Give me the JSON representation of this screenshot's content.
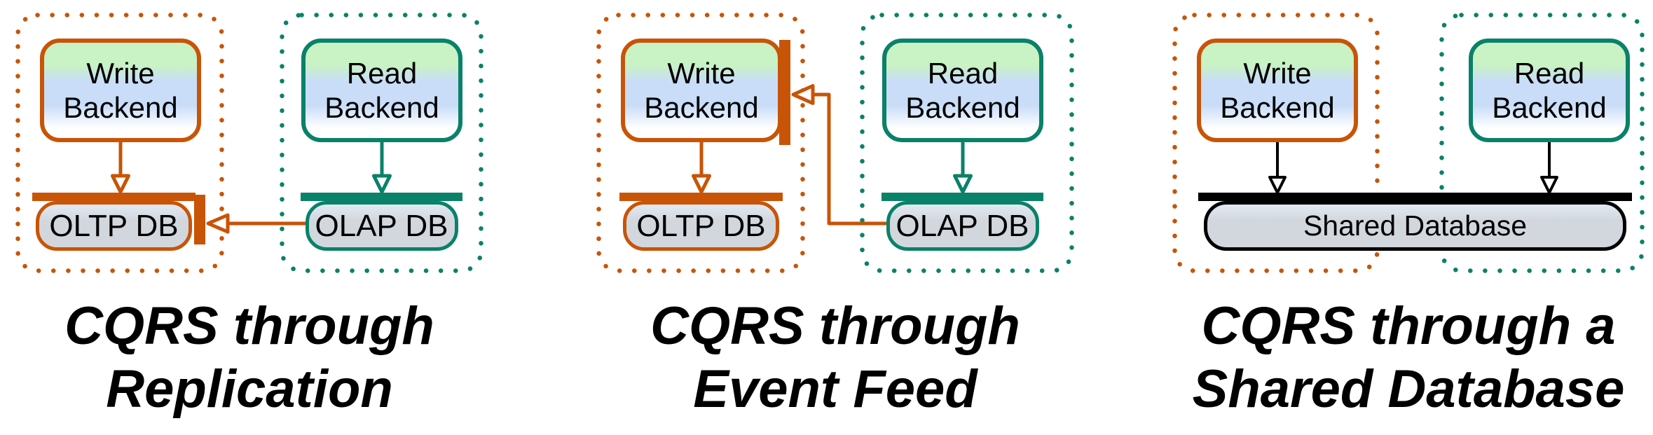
{
  "diagram": {
    "background": "#FFFFFF",
    "colors": {
      "write_accent": "#C85407",
      "read_accent": "#0A8169",
      "shared_accent": "#000000",
      "backend_gradient_top": "#C9F2C5",
      "backend_gradient_middle": "#C9DDF8",
      "backend_gradient_bottom": "#FFFFFF",
      "db_fill": "#D2D7DE",
      "caption_color": "#000000"
    },
    "panels": [
      {
        "name": "replication",
        "caption": {
          "line1": "CQRS through",
          "line2": "Replication"
        },
        "nodes": {
          "write_backend": "Write Backend",
          "read_backend": "Read Backend",
          "write_db": "OLTP DB",
          "read_db": "OLAP DB"
        },
        "arrows": [
          {
            "from": "write-backend",
            "to": "oltp-db",
            "head": "open",
            "color": "#C85407"
          },
          {
            "from": "read-backend",
            "to": "olap-db",
            "head": "open",
            "color": "#0A8169"
          },
          {
            "from": "olap-db",
            "to": "oltp-db",
            "head": "open",
            "color": "#C85407"
          }
        ]
      },
      {
        "name": "event-feed",
        "caption": {
          "line1": "CQRS through",
          "line2": "Event Feed"
        },
        "nodes": {
          "write_backend": "Write Backend",
          "read_backend": "Read Backend",
          "write_db": "OLTP DB",
          "read_db": "OLAP DB"
        },
        "arrows": [
          {
            "from": "write-backend",
            "to": "oltp-db",
            "head": "open",
            "color": "#C85407"
          },
          {
            "from": "read-backend",
            "to": "olap-db",
            "head": "open",
            "color": "#0A8169"
          },
          {
            "from": "olap-db",
            "to": "write-backend",
            "head": "open",
            "color": "#C85407"
          }
        ]
      },
      {
        "name": "shared-database",
        "caption": {
          "line1": "CQRS through a",
          "line2": "Shared Database"
        },
        "nodes": {
          "write_backend": "Write Backend",
          "read_backend": "Read Backend",
          "shared_db": "Shared Database"
        },
        "arrows": [
          {
            "from": "write-backend",
            "to": "shared-database",
            "head": "open",
            "color": "#000000"
          },
          {
            "from": "read-backend",
            "to": "shared-database",
            "head": "open",
            "color": "#000000"
          }
        ]
      }
    ]
  }
}
